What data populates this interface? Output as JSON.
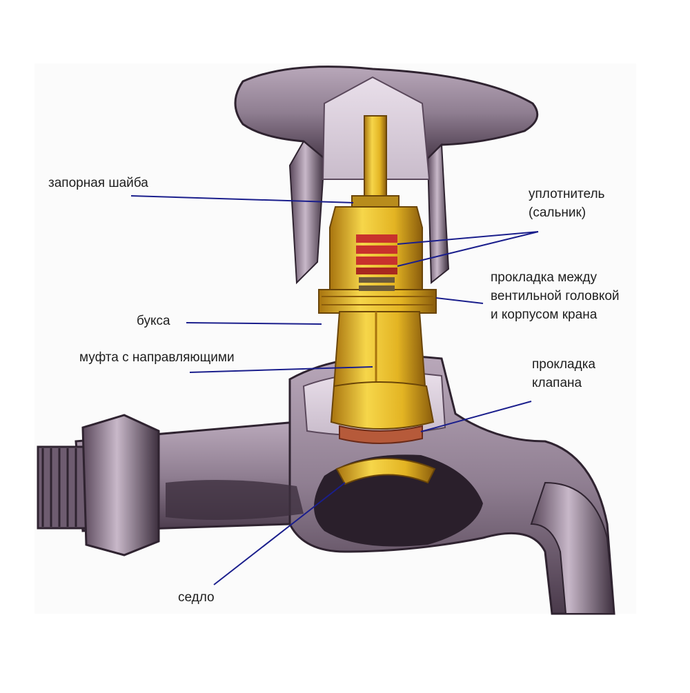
{
  "labels": {
    "stop_washer": "запорная шайба",
    "seal_line1": "уплотнитель",
    "seal_line2": "(сальник)",
    "head_gasket_line1": "прокладка между",
    "head_gasket_line2": "вентильной головкой",
    "head_gasket_line3": "и корпусом крана",
    "bushing": "букса",
    "guide_coupling": "муфта с направляющими",
    "valve_gasket_line1": "прокладка",
    "valve_gasket_line2": "клапана",
    "seat": "седло"
  },
  "colors": {
    "body_metal": "#8f7e91",
    "body_dark": "#3d2f3e",
    "brass": "#e3b423",
    "brass_dark": "#9a6a10",
    "seal_red": "#c8322c",
    "leader_line": "#1a1e8c"
  }
}
